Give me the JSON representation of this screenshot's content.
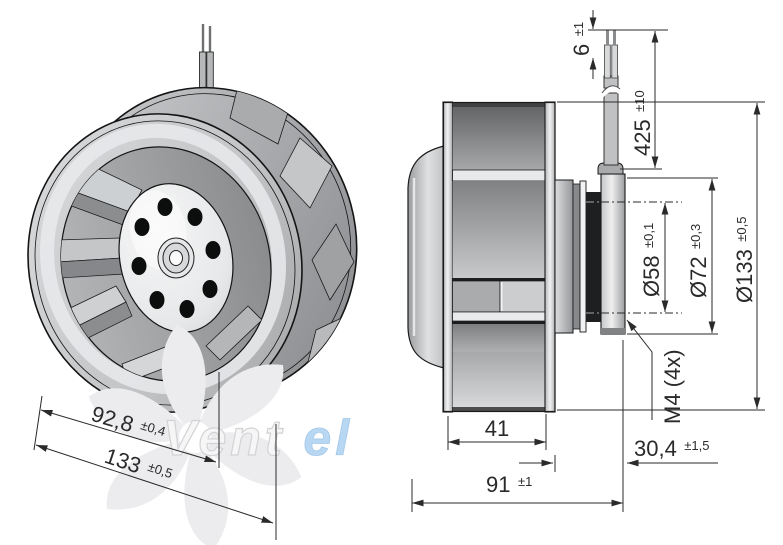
{
  "drawing": {
    "description": "Backward-curved centrifugal fan, isometric view and dimensioned side view"
  },
  "side_view": {
    "dims": {
      "wire_strip": {
        "value": "6",
        "tol": "±1"
      },
      "cable_length": {
        "value": "425",
        "tol": "±10"
      },
      "hub_diameter": {
        "value": "Ø58",
        "tol": "±0,1"
      },
      "flange_diameter": {
        "value": "Ø72",
        "tol": "±0,3"
      },
      "impeller_diameter": {
        "value": "Ø133",
        "tol": "±0,5"
      },
      "mounting_thread": {
        "value": "M4 (4x)"
      },
      "impeller_width": {
        "value": "41"
      },
      "motor_depth": {
        "value": "30,4",
        "tol": "±1,5"
      },
      "total_depth": {
        "value": "91",
        "tol": "±1"
      }
    }
  },
  "iso_view": {
    "dims": {
      "inlet_diameter": {
        "value": "92,8",
        "tol": "±0,4"
      },
      "outer_diameter": {
        "value": "133",
        "tol": "±0,5"
      }
    }
  },
  "watermark": {
    "brand_gray": "Vent",
    "brand_blue": "el"
  },
  "colors": {
    "line": "#2a2a2a",
    "body_gray": "#c6c8ca",
    "black_ring": "#1d1f20",
    "watermark_gray": "#ececee",
    "watermark_blue": "#b7d7f2",
    "background": "#ffffff"
  }
}
